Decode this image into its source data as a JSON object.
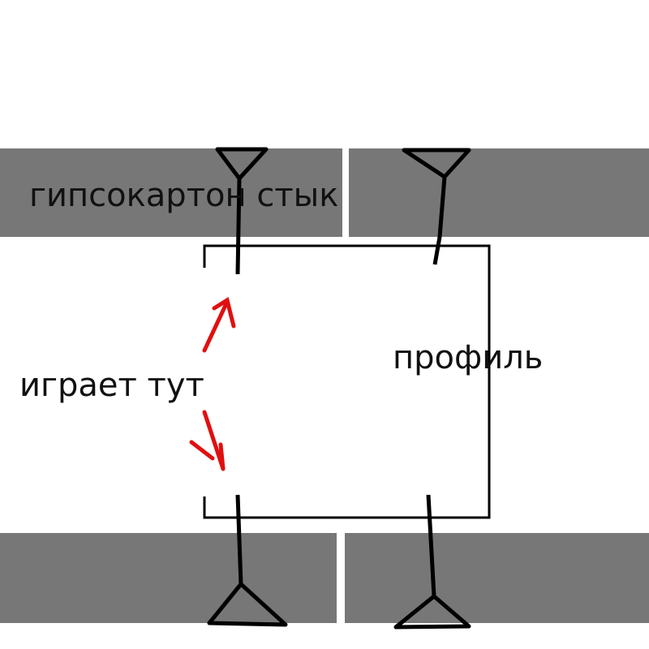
{
  "labels": {
    "drywall_joint": "гипсокартон стык",
    "profile": "профиль",
    "plays_here": "играет тут"
  },
  "colors": {
    "panel": "#777777",
    "line": "#000000",
    "arrow": "#e01010"
  }
}
